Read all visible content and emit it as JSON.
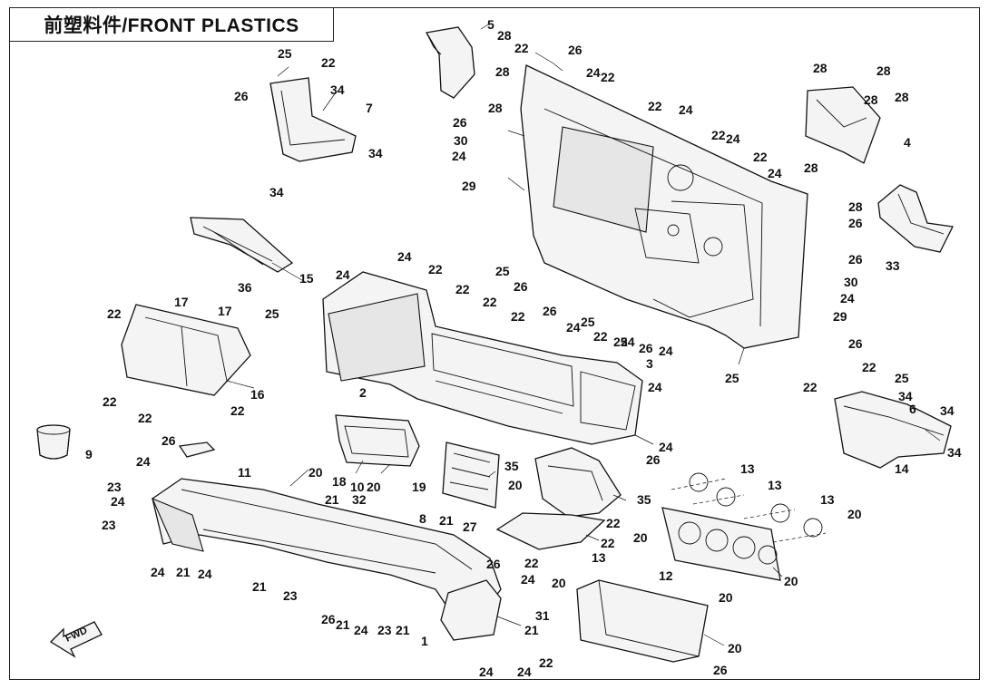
{
  "title": "前塑料件/FRONT PLASTICS",
  "fwd_label": "FWD",
  "callouts": [
    {
      "id": "c1",
      "label": "5"
    },
    {
      "id": "c2",
      "label": "28"
    },
    {
      "id": "c3",
      "label": "28"
    },
    {
      "id": "c4",
      "label": "22"
    },
    {
      "id": "c5",
      "label": "26"
    },
    {
      "id": "c6",
      "label": "24"
    },
    {
      "id": "c7",
      "label": "22"
    },
    {
      "id": "c8",
      "label": "28"
    },
    {
      "id": "c9",
      "label": "28"
    },
    {
      "id": "c10",
      "label": "28"
    },
    {
      "id": "c11",
      "label": "28"
    },
    {
      "id": "c12",
      "label": "4"
    },
    {
      "id": "c13",
      "label": "28"
    },
    {
      "id": "c14",
      "label": "25"
    },
    {
      "id": "c15",
      "label": "22"
    },
    {
      "id": "c16",
      "label": "26"
    },
    {
      "id": "c17",
      "label": "34"
    },
    {
      "id": "c18",
      "label": "7"
    },
    {
      "id": "c19",
      "label": "34"
    },
    {
      "id": "c20",
      "label": "34"
    },
    {
      "id": "c21",
      "label": "28"
    },
    {
      "id": "c22",
      "label": "26"
    },
    {
      "id": "c23",
      "label": "30"
    },
    {
      "id": "c24",
      "label": "24"
    },
    {
      "id": "c25",
      "label": "29"
    },
    {
      "id": "c26",
      "label": "22"
    },
    {
      "id": "c27",
      "label": "24"
    },
    {
      "id": "c28",
      "label": "22"
    },
    {
      "id": "c29",
      "label": "24"
    },
    {
      "id": "c30",
      "label": "22"
    },
    {
      "id": "c31",
      "label": "24"
    },
    {
      "id": "c32",
      "label": "28"
    },
    {
      "id": "c33",
      "label": "26"
    },
    {
      "id": "c34",
      "label": "33"
    },
    {
      "id": "c35",
      "label": "26"
    },
    {
      "id": "c36",
      "label": "30"
    },
    {
      "id": "c37",
      "label": "24"
    },
    {
      "id": "c38",
      "label": "29"
    },
    {
      "id": "c39",
      "label": "26"
    },
    {
      "id": "c40",
      "label": "25"
    },
    {
      "id": "c41",
      "label": "26"
    },
    {
      "id": "c42",
      "label": "26"
    },
    {
      "id": "c43",
      "label": "25"
    },
    {
      "id": "c44",
      "label": "15"
    },
    {
      "id": "c45",
      "label": "36"
    },
    {
      "id": "c46",
      "label": "17"
    },
    {
      "id": "c47",
      "label": "17"
    },
    {
      "id": "c48",
      "label": "25"
    },
    {
      "id": "c49",
      "label": "22"
    },
    {
      "id": "c50",
      "label": "16"
    },
    {
      "id": "c51",
      "label": "22"
    },
    {
      "id": "c52",
      "label": "22"
    },
    {
      "id": "c53",
      "label": "22"
    },
    {
      "id": "c54",
      "label": "24"
    },
    {
      "id": "c55",
      "label": "24"
    },
    {
      "id": "c56",
      "label": "22"
    },
    {
      "id": "c57",
      "label": "22"
    },
    {
      "id": "c58",
      "label": "22"
    },
    {
      "id": "c59",
      "label": "22"
    },
    {
      "id": "c60",
      "label": "24"
    },
    {
      "id": "c61",
      "label": "22"
    },
    {
      "id": "c62",
      "label": "25"
    },
    {
      "id": "c63",
      "label": "26"
    },
    {
      "id": "c64",
      "label": "24"
    },
    {
      "id": "c65",
      "label": "3"
    },
    {
      "id": "c66",
      "label": "25"
    },
    {
      "id": "c67",
      "label": "22"
    },
    {
      "id": "c68",
      "label": "24"
    },
    {
      "id": "c69",
      "label": "2"
    },
    {
      "id": "c70",
      "label": "24"
    },
    {
      "id": "c71",
      "label": "26"
    },
    {
      "id": "c72",
      "label": "22"
    },
    {
      "id": "c73",
      "label": "25"
    },
    {
      "id": "c74",
      "label": "34"
    },
    {
      "id": "c75",
      "label": "6"
    },
    {
      "id": "c76",
      "label": "34"
    },
    {
      "id": "c77",
      "label": "34"
    },
    {
      "id": "c78",
      "label": "14"
    },
    {
      "id": "c79",
      "label": "9"
    },
    {
      "id": "c80",
      "label": "26"
    },
    {
      "id": "c81",
      "label": "24"
    },
    {
      "id": "c82",
      "label": "23"
    },
    {
      "id": "c83",
      "label": "24"
    },
    {
      "id": "c84",
      "label": "23"
    },
    {
      "id": "c85",
      "label": "11"
    },
    {
      "id": "c86",
      "label": "20"
    },
    {
      "id": "c87",
      "label": "18"
    },
    {
      "id": "c88",
      "label": "10"
    },
    {
      "id": "c89",
      "label": "20"
    },
    {
      "id": "c90",
      "label": "19"
    },
    {
      "id": "c91",
      "label": "35"
    },
    {
      "id": "c92",
      "label": "20"
    },
    {
      "id": "c93",
      "label": "21"
    },
    {
      "id": "c94",
      "label": "21"
    },
    {
      "id": "c95",
      "label": "32"
    },
    {
      "id": "c96",
      "label": "35"
    },
    {
      "id": "c97",
      "label": "22"
    },
    {
      "id": "c98",
      "label": "27"
    },
    {
      "id": "c99",
      "label": "22"
    },
    {
      "id": "c100",
      "label": "22"
    },
    {
      "id": "c101",
      "label": "13"
    },
    {
      "id": "c102",
      "label": "13"
    },
    {
      "id": "c103",
      "label": "13"
    },
    {
      "id": "c104",
      "label": "13"
    },
    {
      "id": "c105",
      "label": "20"
    },
    {
      "id": "c106",
      "label": "20"
    },
    {
      "id": "c107",
      "label": "12"
    },
    {
      "id": "c108",
      "label": "20"
    },
    {
      "id": "c109",
      "label": "20"
    },
    {
      "id": "c110",
      "label": "20"
    },
    {
      "id": "c111",
      "label": "31"
    },
    {
      "id": "c112",
      "label": "20"
    },
    {
      "id": "c113",
      "label": "26"
    },
    {
      "id": "c114",
      "label": "24"
    },
    {
      "id": "c115",
      "label": "21"
    },
    {
      "id": "c116",
      "label": "24"
    },
    {
      "id": "c117",
      "label": "21"
    },
    {
      "id": "c118",
      "label": "23"
    },
    {
      "id": "c119",
      "label": "8"
    },
    {
      "id": "c120",
      "label": "26"
    },
    {
      "id": "c121",
      "label": "24"
    },
    {
      "id": "c122",
      "label": "26"
    },
    {
      "id": "c123",
      "label": "21"
    },
    {
      "id": "c124",
      "label": "24"
    },
    {
      "id": "c125",
      "label": "23"
    },
    {
      "id": "c126",
      "label": "21"
    },
    {
      "id": "c127",
      "label": "1"
    },
    {
      "id": "c128",
      "label": "21"
    },
    {
      "id": "c129",
      "label": "24"
    },
    {
      "id": "c130",
      "label": "24"
    },
    {
      "id": "c131",
      "label": "22"
    },
    {
      "id": "c132",
      "label": "24"
    }
  ]
}
